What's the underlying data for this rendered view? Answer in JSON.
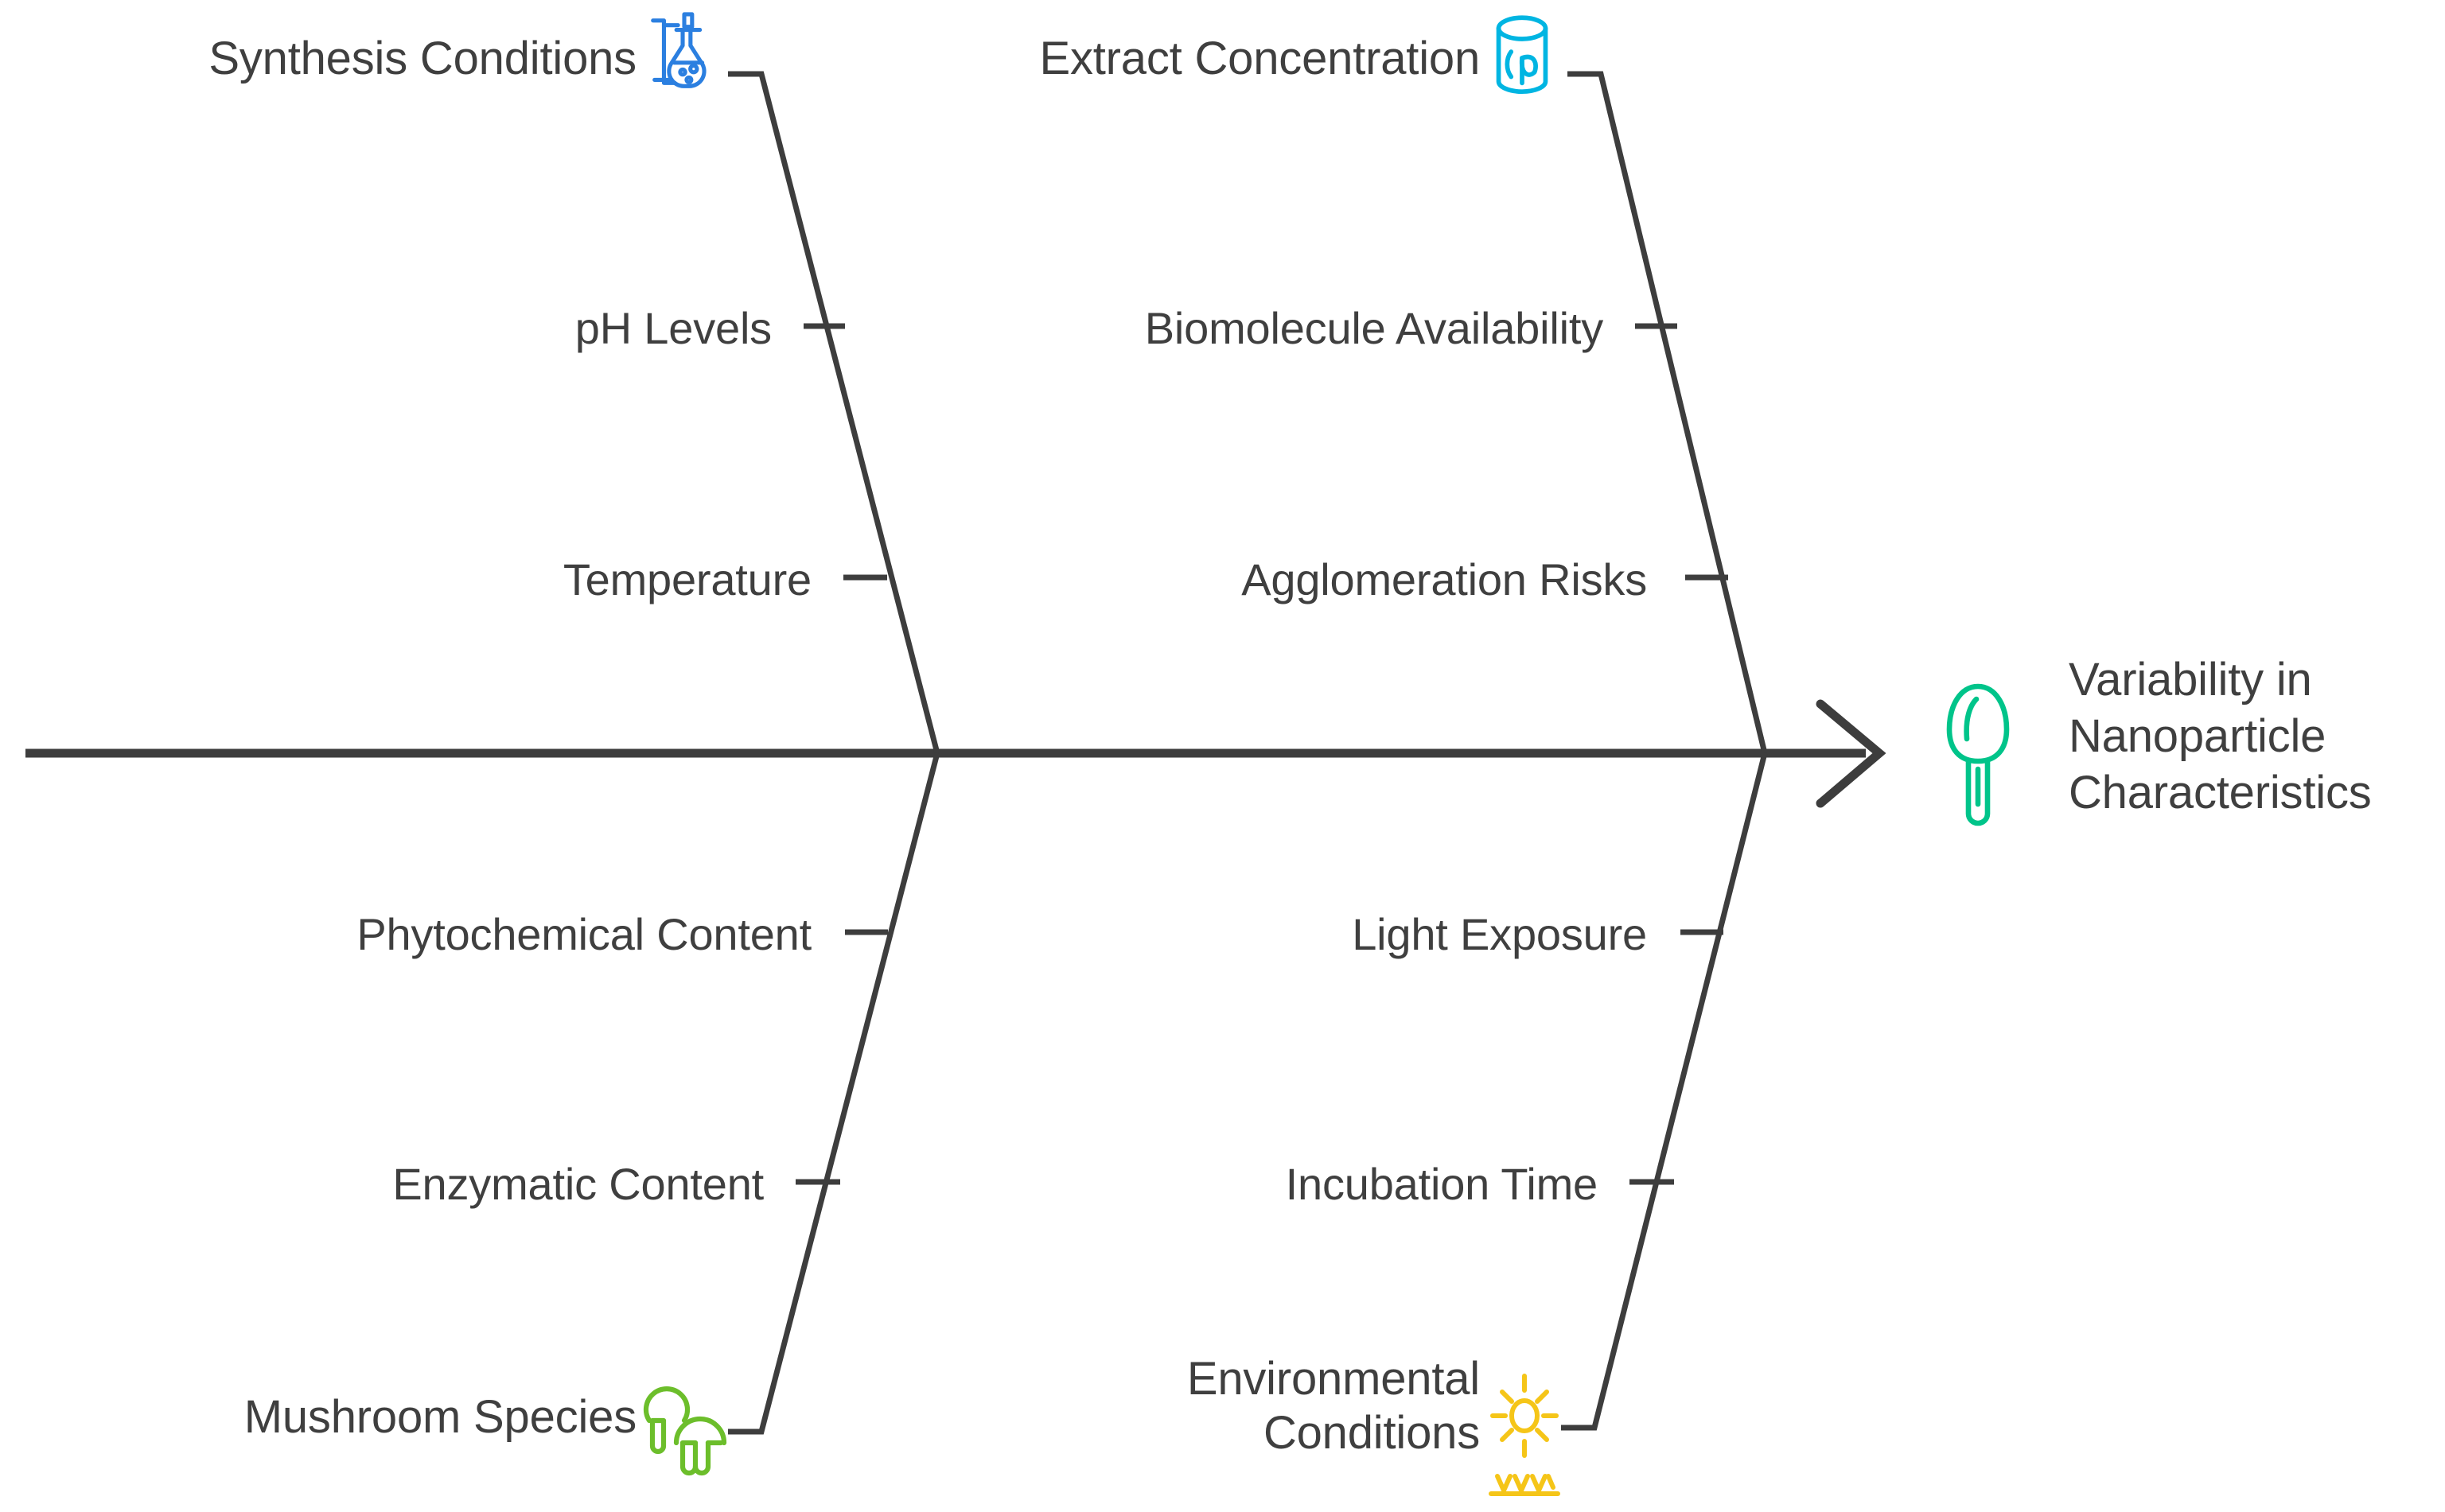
{
  "diagram": {
    "type": "fishbone-ishikawa",
    "title": "",
    "effect": {
      "label": "Variability in Nanoparticle Characteristics",
      "label_lines": [
        "Variability in",
        "Nanoparticle",
        "Characteristics"
      ],
      "icon": "mushroom-icon",
      "icon_color": "#00c48a"
    },
    "spine_color": "#3d3d3d",
    "text_color": "#3f3f3f",
    "background": "#ffffff",
    "categories": [
      {
        "id": "synthesis-conditions",
        "label": "Synthesis Conditions",
        "position": "top-left",
        "icon": "flask-stand-icon",
        "icon_color": "#2b7fe0",
        "causes": [
          {
            "label": "pH Levels"
          },
          {
            "label": "Temperature"
          }
        ]
      },
      {
        "id": "extract-concentration",
        "label": "Extract Concentration",
        "position": "top-right",
        "icon": "vial-leaf-icon",
        "icon_color": "#00b5e2",
        "causes": [
          {
            "label": "Biomolecule Availability"
          },
          {
            "label": "Agglomeration Risks"
          }
        ]
      },
      {
        "id": "mushroom-species",
        "label": "Mushroom Species",
        "position": "bottom-left",
        "icon": "mushrooms-icon",
        "icon_color": "#6cbe2b",
        "causes": [
          {
            "label": "Phytochemical Content"
          },
          {
            "label": "Enzymatic Content"
          }
        ]
      },
      {
        "id": "environmental-conditions",
        "label": "Environmental Conditions",
        "label_lines": [
          "Environmental",
          "Conditions"
        ],
        "position": "bottom-right",
        "icon": "sun-ground-icon",
        "icon_color": "#f5c518",
        "causes": [
          {
            "label": "Light Exposure"
          },
          {
            "label": "Incubation Time"
          }
        ]
      }
    ]
  }
}
